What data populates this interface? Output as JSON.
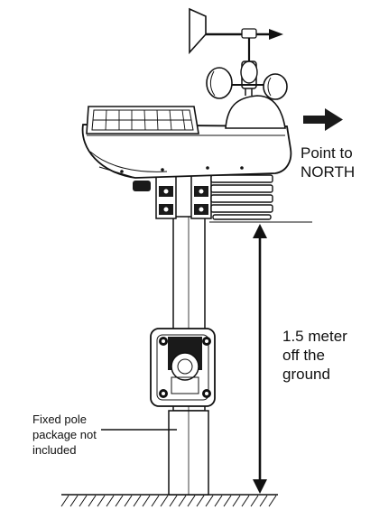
{
  "direction_note": {
    "line1": "Point to",
    "line2": "NORTH"
  },
  "height_note": {
    "line1": "1.5 meter",
    "line2": "off the",
    "line3": "ground"
  },
  "pole_note": {
    "line1": "Fixed pole",
    "line2": "package not",
    "line3": "included"
  }
}
